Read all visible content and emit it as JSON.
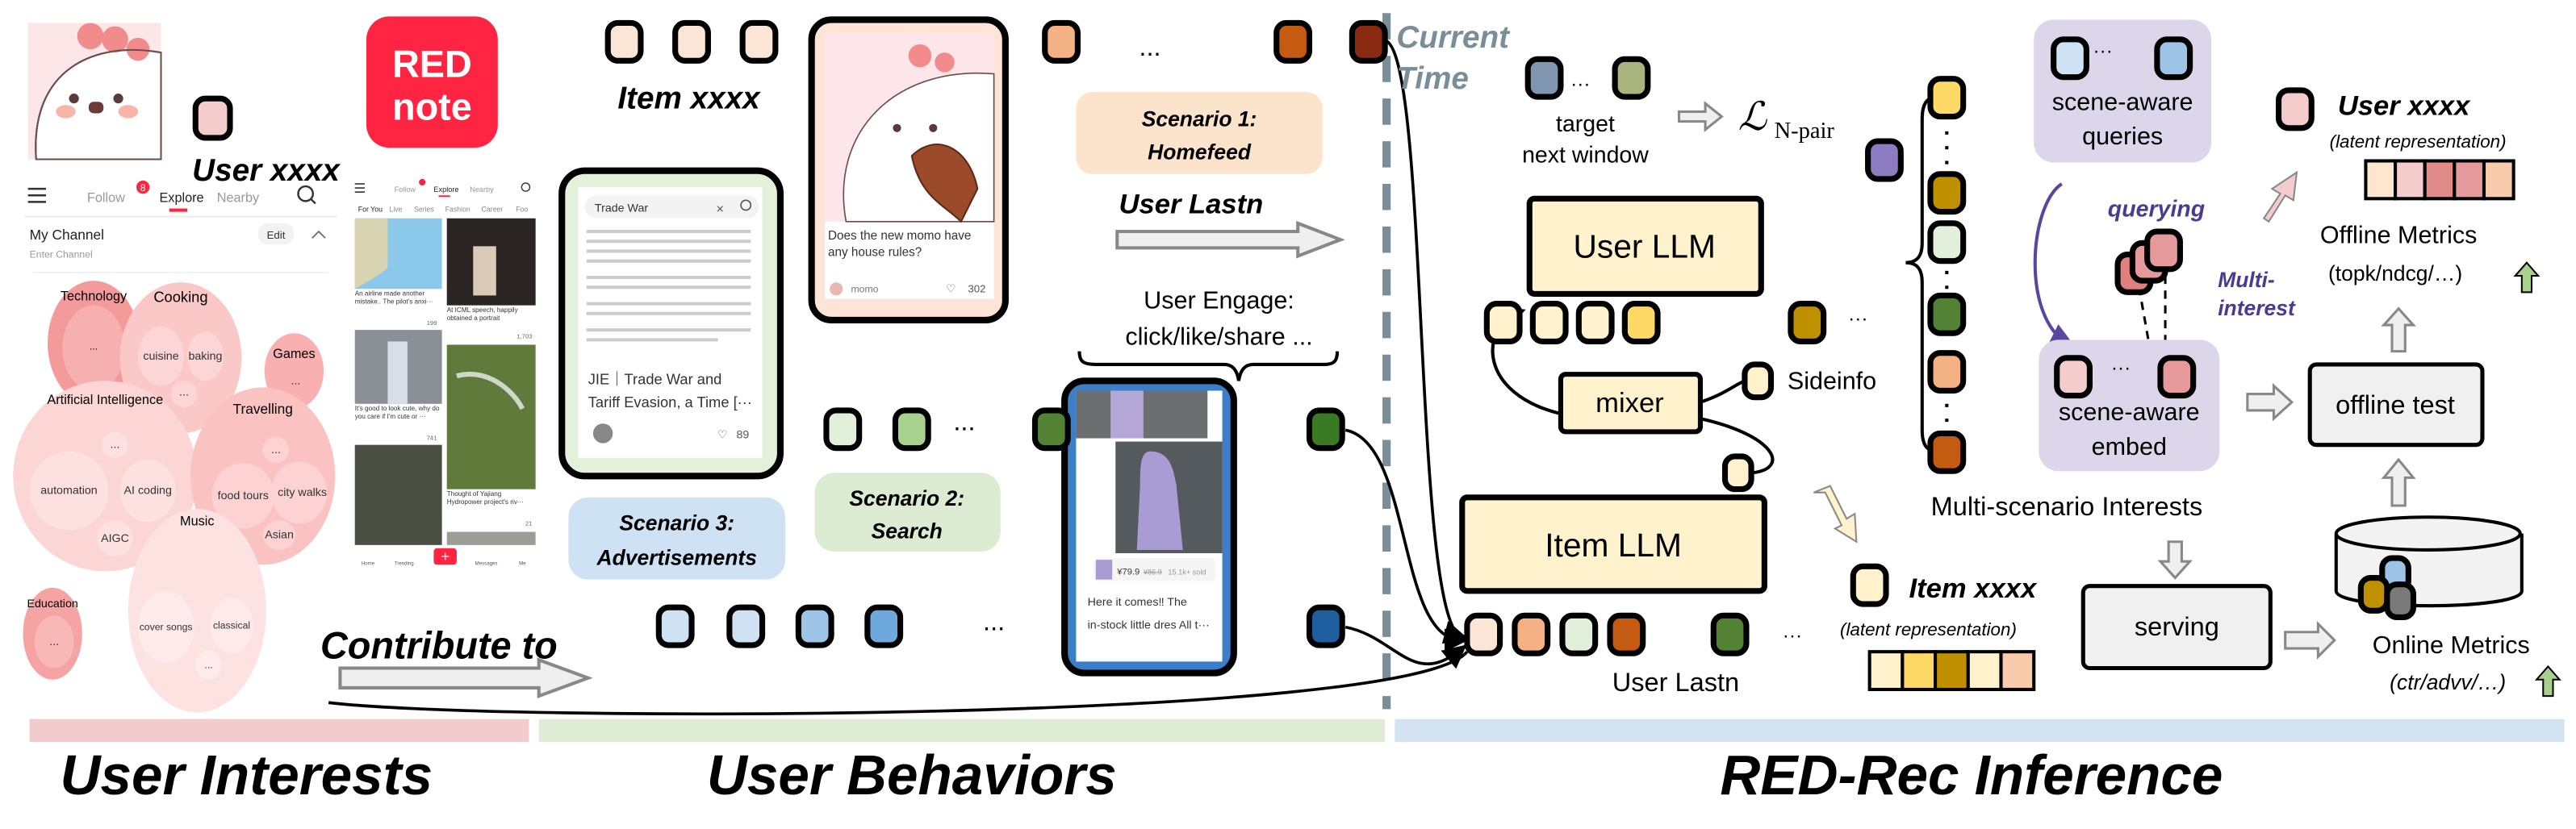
{
  "user_interests": {
    "user_label": "User xxxx",
    "logo": "REDnote",
    "logo_line1": "RED",
    "logo_line2": "note",
    "app": {
      "tabs": [
        "Follow",
        "Explore",
        "Nearby"
      ],
      "follow_badge": "8",
      "active_tab": "Explore",
      "channel_title": "My Channel",
      "channel_subtitle": "Enter Channel",
      "edit_label": "Edit"
    },
    "bubbles": {
      "technology": {
        "label": "Technology",
        "items": [
          "..."
        ]
      },
      "cooking": {
        "label": "Cooking",
        "items": [
          "cuisine",
          "baking",
          "..."
        ]
      },
      "games": {
        "label": "Games",
        "items": [
          "..."
        ]
      },
      "ai": {
        "label": "Artificial Intelligence",
        "items": [
          "...",
          "automation",
          "AI coding",
          "AIGC"
        ]
      },
      "travelling": {
        "label": "Travelling",
        "items": [
          "...",
          "food tours",
          "city walks",
          "Asian"
        ]
      },
      "education": {
        "label": "Education",
        "items": [
          "..."
        ]
      },
      "music": {
        "label": "Music",
        "items": [
          "cover songs",
          "classical",
          "..."
        ]
      }
    },
    "feed": {
      "tabs": [
        "Follow",
        "Explore",
        "Nearby"
      ],
      "follow_badge": "8",
      "categories": [
        "For You",
        "Live",
        "Series",
        "Fashion",
        "Career",
        "Foo"
      ],
      "posts": [
        {
          "caption": "An airline made another mistake.. The pilot's anxi···",
          "likes": "199"
        },
        {
          "caption": "At ICML speech, happily obtained a portrait",
          "likes": "1,703"
        },
        {
          "caption": "It's good to look cute, why do you care if I'm cute or ···",
          "likes": "741"
        },
        {
          "caption": "Thought of Yajiang Hydropower project's riv···",
          "likes": "21"
        }
      ],
      "nav": [
        "Home",
        "Trending",
        "+",
        "Messages",
        "Me"
      ]
    },
    "contribute_label": "Contribute to",
    "section_title": "User Interests"
  },
  "user_behaviors": {
    "item_label": "Item xxxx",
    "homefeed_card": {
      "caption": "Does the new momo have any house rules?",
      "author": "momo",
      "likes": "302"
    },
    "search_card": {
      "query": "Trade War",
      "title_line1": "JIE｜Trade War and",
      "title_line2": "Tariff Evasion, a Time [···",
      "likes": "89"
    },
    "ad_card": {
      "price": "¥79.9",
      "old_price": "¥86.9",
      "sold": "15.1k+ sold",
      "caption_line1": "Here it comes‼ The",
      "caption_line2": "in-stock little dres All t···"
    },
    "scenario1": {
      "line1": "Scenario 1:",
      "line2": "Homefeed"
    },
    "scenario2": {
      "line1": "Scenario 2:",
      "line2": "Search"
    },
    "scenario3": {
      "line1": "Scenario 3:",
      "line2": "Advertisements"
    },
    "user_lastn": "User Lastn",
    "engage_line1": "User Engage:",
    "engage_line2": "click/like/share ...",
    "ellipsis": "...",
    "section_title": "User Behaviors"
  },
  "inference": {
    "current_time_line1": "Current",
    "current_time_line2": "Time",
    "target_line1": "target",
    "target_line2": "next window",
    "loss": "ℒ",
    "loss_sub": "N-pair",
    "user_llm": "User LLM",
    "item_llm": "Item LLM",
    "mixer": "mixer",
    "sideinfo": "Sideinfo",
    "user_lastn": "User Lastn",
    "queries_line1": "scene-aware",
    "queries_line2": "queries",
    "embed_line1": "scene-aware",
    "embed_line2": "embed",
    "querying": "querying",
    "multi_line1": "Multi-",
    "multi_line2": "interest",
    "multi_scenario": "Multi-scenario Interests",
    "user_label": "User xxxx",
    "item_label": "Item xxxx",
    "latent": "(latent representation)",
    "offline_metrics": "Offline Metrics",
    "offline_metrics_detail": "(topk/ndcg/…)",
    "offline_test": "offline test",
    "serving": "serving",
    "online_metrics": "Online Metrics",
    "online_metrics_detail": "(ctr/advv/…)",
    "ellipsis": "···",
    "section_title": "RED-Rec Inference"
  },
  "colors": {
    "peach_light": "#fbe5d6",
    "peach": "#f4b183",
    "orange": "#c55a11",
    "maroon": "#8b2a12",
    "green_light": "#e2efda",
    "green_mid": "#a9d18e",
    "green_dark": "#548235",
    "green_deep": "#3b7a24",
    "blue_light": "#cfe2f3",
    "blue_mid": "#9dc3e6",
    "blue": "#6fa8dc",
    "blue_dark": "#1f5fa0",
    "yellow_light": "#fff2cc",
    "yellow": "#ffd966",
    "gold": "#bf9000",
    "slate": "#7f95b0",
    "olive": "#a9b47f",
    "purple": "#8e7cc3",
    "pink_light": "#f4cccc",
    "pink": "#e6999a",
    "pink_dark": "#e08080",
    "gray": "#7a7a7a",
    "brand_red": "#ff2442",
    "timeline": "#7a8e99",
    "band_interests": "#f2cccc",
    "band_behaviors": "#dfecd6",
    "band_inference": "#d4e3f2"
  }
}
